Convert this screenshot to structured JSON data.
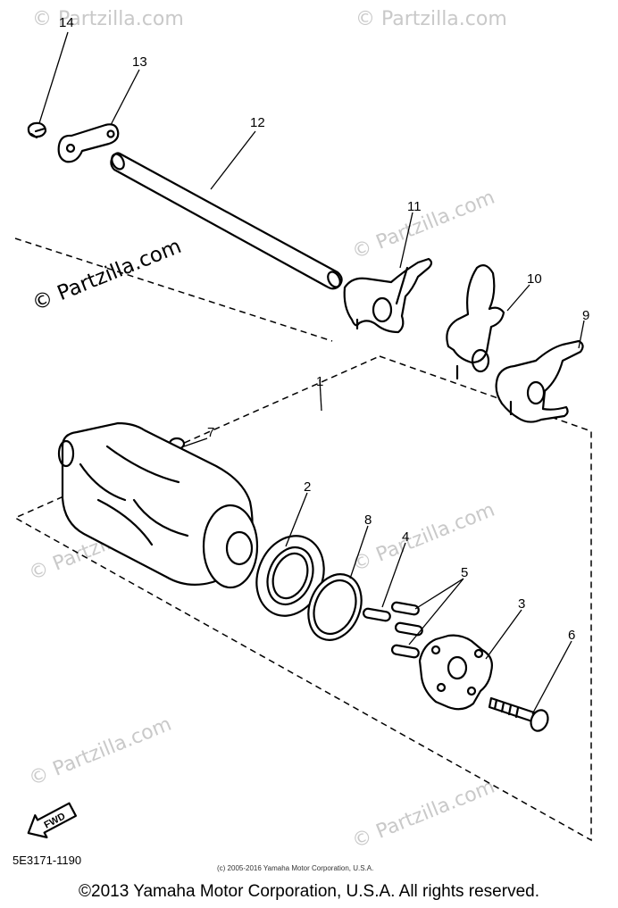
{
  "watermark": "© Partzilla.com",
  "callouts": {
    "c1": "1",
    "c2": "2",
    "c3": "3",
    "c4": "4",
    "c5": "5",
    "c6": "6",
    "c7": "7",
    "c8": "8",
    "c9": "9",
    "c10": "10",
    "c11": "11",
    "c12": "12",
    "c13": "13",
    "c14": "14"
  },
  "fwd_label": "FWD",
  "diagram_code": "5E3171-1190",
  "small_copyright": "(c) 2005-2016 Yamaha Motor Corporation, U.S.A.",
  "footer_copyright": "©2013 Yamaha Motor Corporation, U.S.A. All rights reserved."
}
